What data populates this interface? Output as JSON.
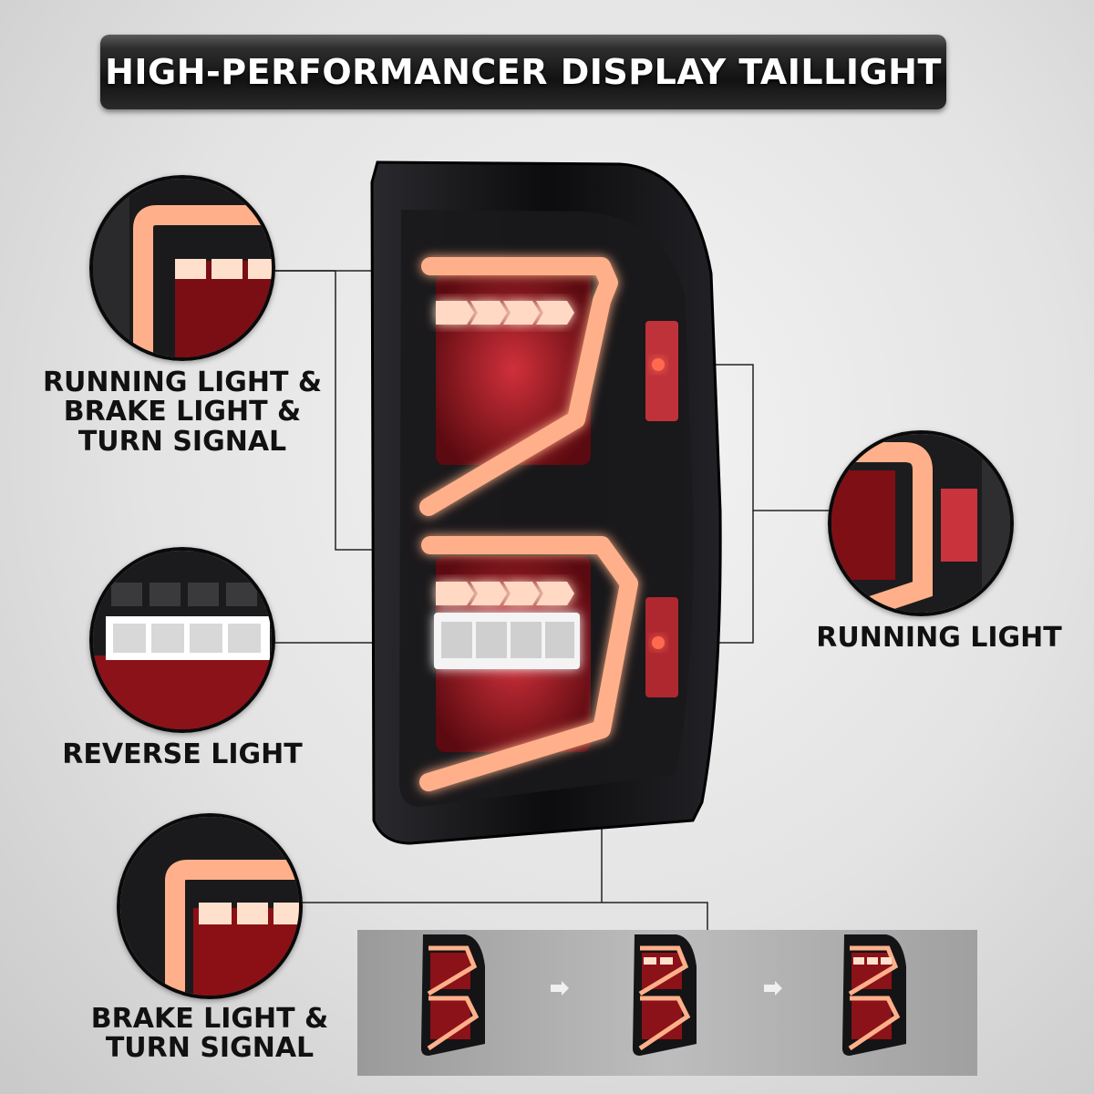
{
  "banner": {
    "title": "HIGH-PERFORMANCER DISPLAY TAILLIGHT"
  },
  "labels": {
    "running_brake_turn": "RUNNING LIGHT &\nBRAKE LIGHT &\nTURN SIGNAL",
    "reverse": "REVERSE LIGHT",
    "brake_turn": "BRAKE LIGHT &\nTURN SIGNAL",
    "running": "RUNNING LIGHT"
  },
  "sequence": {
    "frames": 3,
    "arrow_glyph": "➔"
  },
  "colors": {
    "housing": "#111113",
    "light_bar": "#ffb08a",
    "glow": "#ff5a3c",
    "red_lens": "#a0141c",
    "reverse_white": "#ffffff",
    "banner_text": "#ffffff",
    "label_text": "#111111"
  }
}
